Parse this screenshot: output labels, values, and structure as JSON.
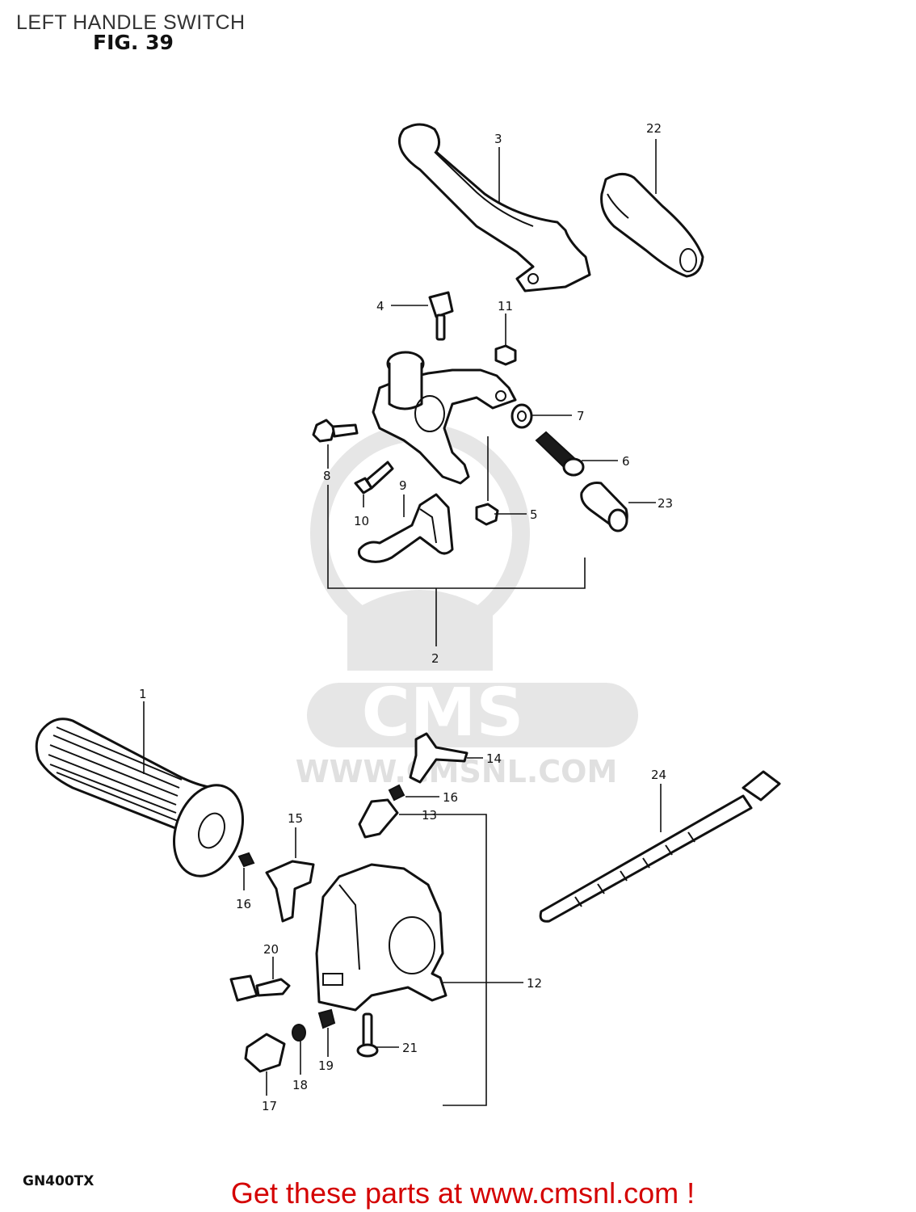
{
  "header": {
    "title": "LEFT HANDLE SWITCH",
    "figure": "FIG. 39"
  },
  "model": "GN400TX",
  "promo": "Get these parts at www.cmsnl.com !",
  "watermark": {
    "brand": "CMS",
    "url": "WWW.CMSNL.COM",
    "color": "#e6e6e6"
  },
  "callouts": {
    "c1": "1",
    "c2": "2",
    "c3": "3",
    "c4": "4",
    "c5": "5",
    "c6": "6",
    "c7": "7",
    "c8": "8",
    "c9": "9",
    "c10": "10",
    "c11": "11",
    "c12": "12",
    "c13": "13",
    "c14": "14",
    "c15": "15",
    "c16a": "16",
    "c16b": "16",
    "c17": "17",
    "c18": "18",
    "c19": "19",
    "c20": "20",
    "c21": "21",
    "c22": "22",
    "c23": "23",
    "c24": "24"
  },
  "colors": {
    "promo": "#d40000",
    "ink": "#111111",
    "background": "#ffffff"
  }
}
